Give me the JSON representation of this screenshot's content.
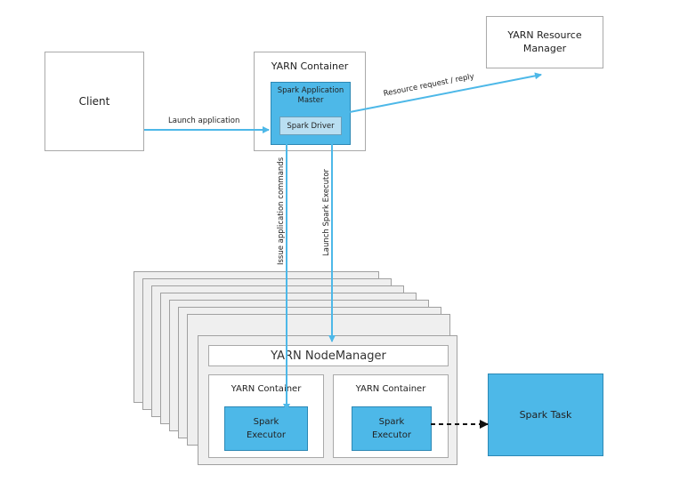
{
  "client": {
    "label": "Client"
  },
  "yarn_container_top": {
    "title": "YARN Container"
  },
  "spark_app_master": {
    "label": "Spark Application\nMaster"
  },
  "spark_driver": {
    "label": "Spark Driver"
  },
  "resource_manager": {
    "label": "YARN Resource\nManager"
  },
  "node_manager": {
    "title": "YARN NodeManager",
    "containers": [
      {
        "title": "YARN Container",
        "executor": "Spark\nExecutor"
      },
      {
        "title": "YARN Container",
        "executor": "Spark\nExecutor"
      }
    ]
  },
  "spark_task": {
    "label": "Spark Task"
  },
  "edges": {
    "launch_application": "Launch application",
    "resource_request": "Resource request / reply",
    "issue_commands": "Issue application commands",
    "launch_executor": "Launch Spark Executor"
  },
  "colors": {
    "arrow": "#4db8e8",
    "accent": "#4db8e8"
  }
}
